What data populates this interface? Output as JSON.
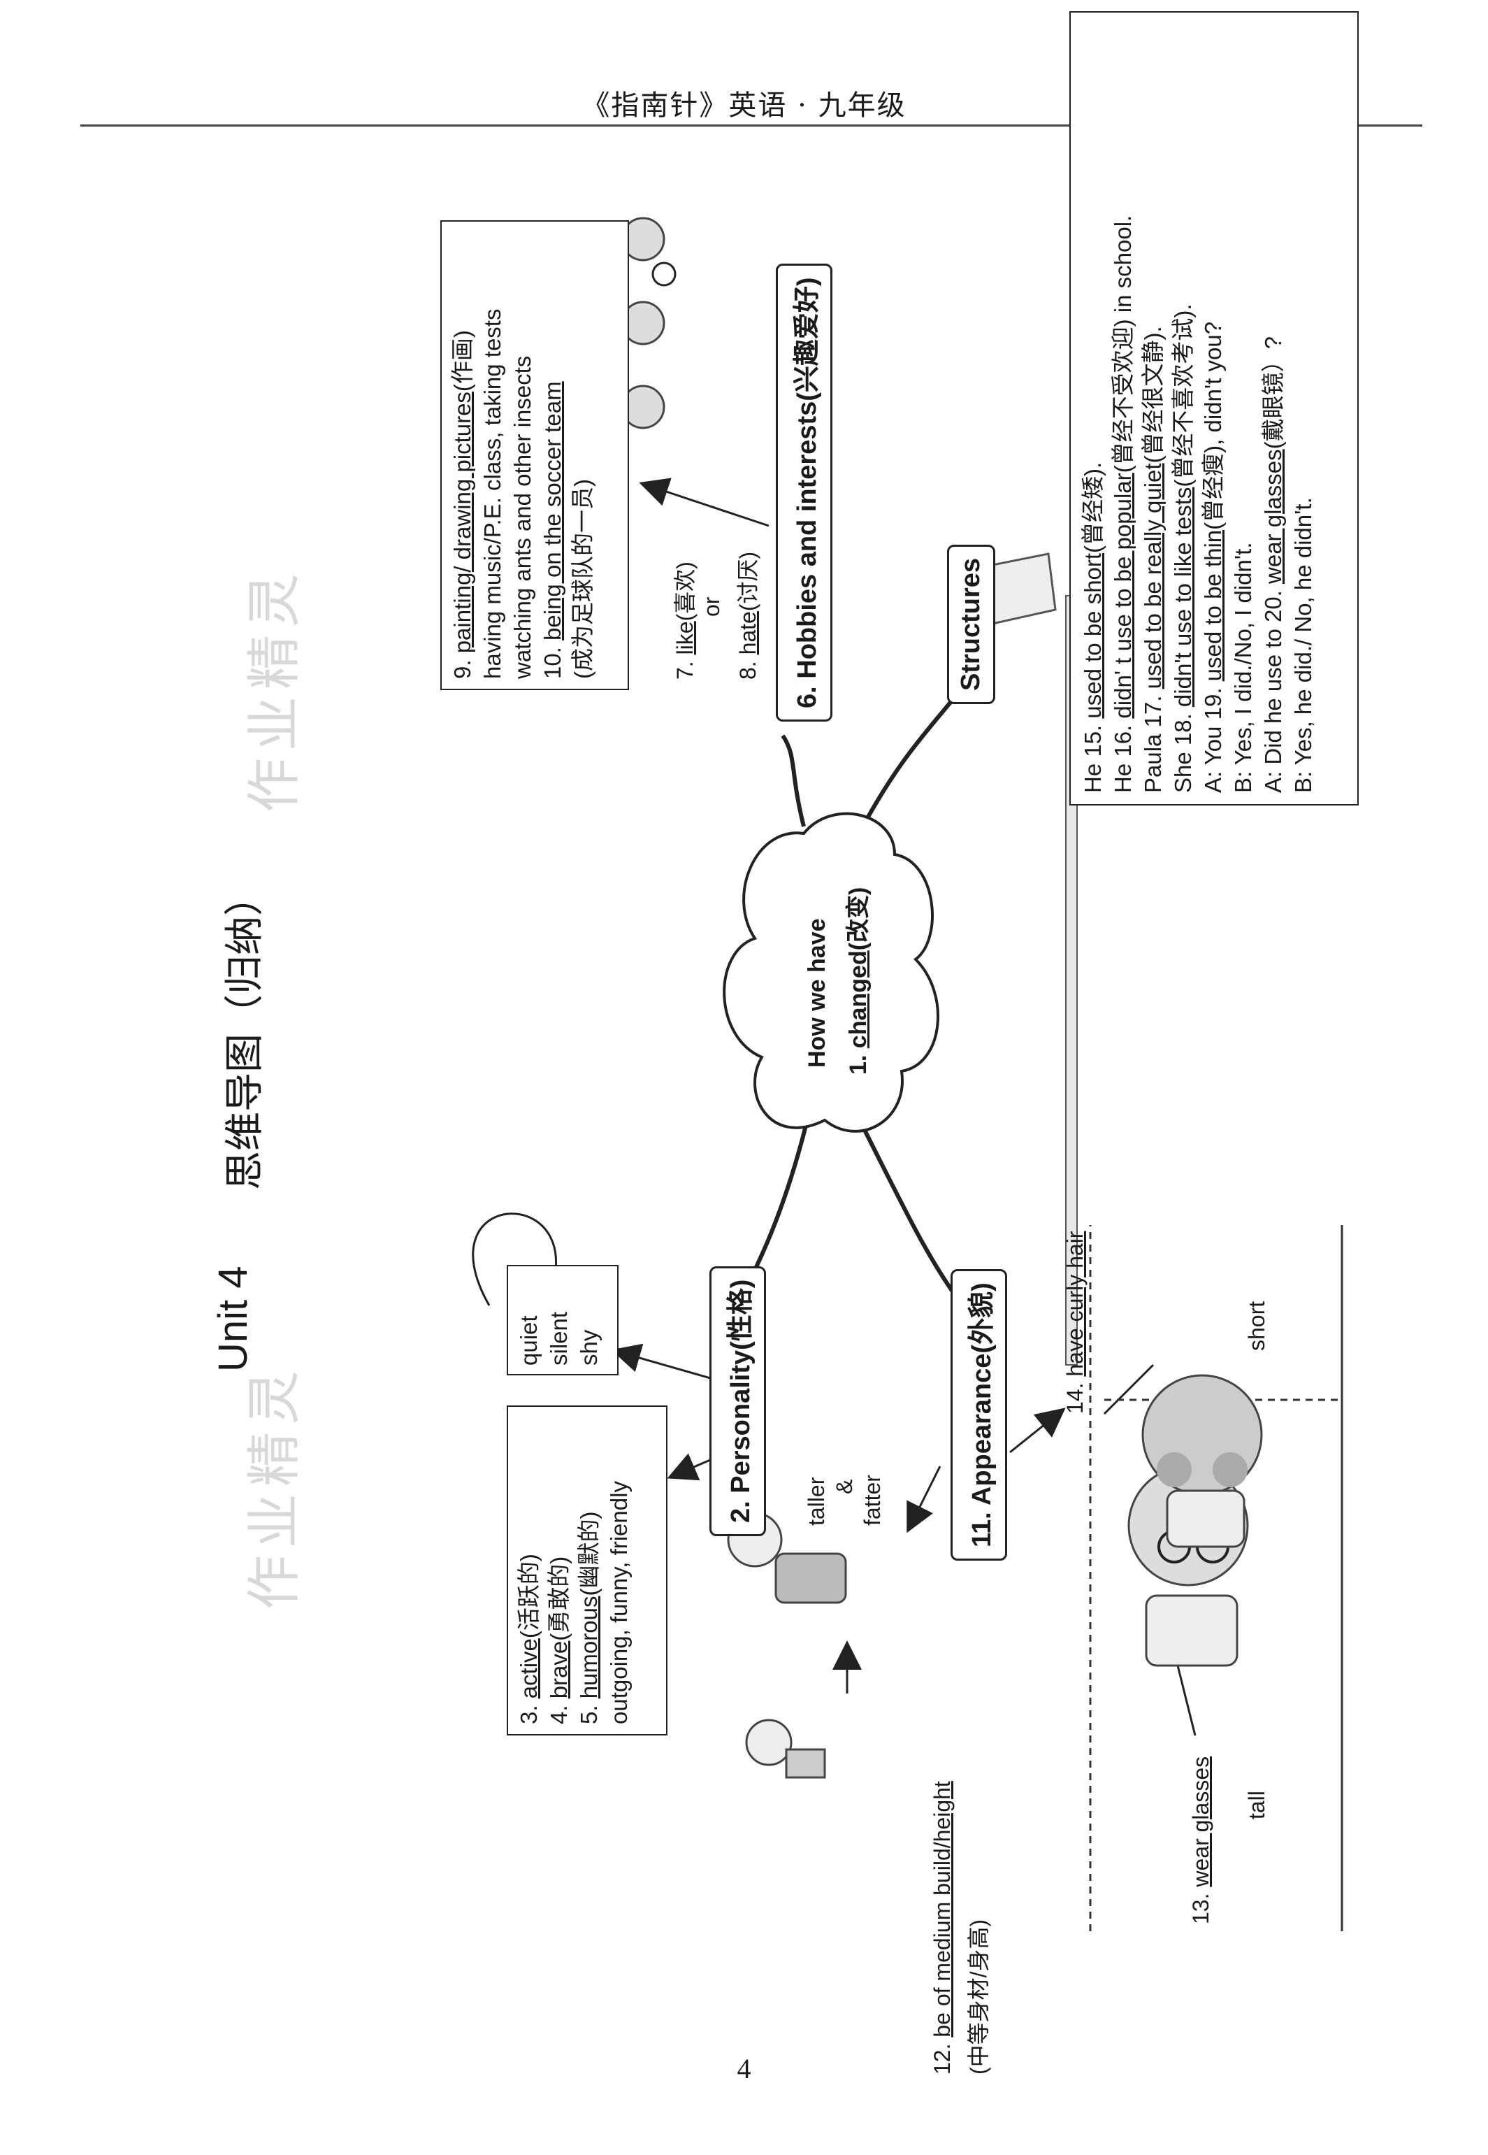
{
  "header": {
    "book_title": "《指南针》英语 · 九年级"
  },
  "page_number": "4",
  "title": {
    "unit": "Unit 4",
    "topic": "思维导图（归纳）"
  },
  "center": {
    "line1": "How we have",
    "line2_prefix": "1. ",
    "line2_word": "changed",
    "line2_cn": "(改变)"
  },
  "personality": {
    "node_label": "2. Personality(性格)",
    "quiet_box": [
      "quiet",
      "silent",
      "shy"
    ],
    "active_box": [
      {
        "num": "3. ",
        "word": "active",
        "cn": "(活跃的)"
      },
      {
        "num": "4. ",
        "word": "brave",
        "cn": "(勇敢的)"
      },
      {
        "num": "5. ",
        "word": "humorous",
        "cn": "(幽默的)"
      },
      {
        "num": "",
        "word": "",
        "cn": "outgoing, funny, friendly"
      }
    ]
  },
  "appearance": {
    "node_label": "11. Appearance(外貌)",
    "taller": "taller",
    "amp": "&",
    "fatter": "fatter",
    "build_num": "12. ",
    "build_word": "be of medium build/height",
    "build_cn": "(中等身材/身高)",
    "glasses_num": "13. ",
    "glasses_word": "wear glasses",
    "tall": "tall",
    "short": "short",
    "curly_num": "14. ",
    "curly_word": "have curly hair"
  },
  "hobbies": {
    "node_label": "6. Hobbies and interests(兴趣爱好)",
    "like_num": "7. ",
    "like_word": "like",
    "like_cn": "(喜欢)",
    "or": "or",
    "hate_num": "8. ",
    "hate_word": "hate",
    "hate_cn": "(讨厌)",
    "box": [
      {
        "pre": "9. ",
        "word": "painting/ drawing pictures",
        "post": "(作画)"
      },
      {
        "pre": "",
        "word": "",
        "post": "having music/P.E. class, taking tests"
      },
      {
        "pre": "",
        "word": "",
        "post": "watching ants and other insects"
      },
      {
        "pre": "10. ",
        "word": "being on the soccer team",
        "post": ""
      },
      {
        "pre": "",
        "word": "",
        "post": "(成为足球队的一员)"
      }
    ]
  },
  "structures": {
    "node_label": "Structures",
    "lines": [
      {
        "pre": "He 15. ",
        "word": "used to be short",
        "post": "(曾经矮)."
      },
      {
        "pre": "He 16. ",
        "word": "didn' t use to be popular",
        "post": "(曾经不受欢迎) in school."
      },
      {
        "pre": "Paula 17. ",
        "word": "used to be really quiet",
        "post": "(曾经很文静)."
      },
      {
        "pre": "She 18. ",
        "word": "didn't use to like tests",
        "post": "(曾经不喜欢考试)."
      },
      {
        "pre": "A: You 19. ",
        "word": "used to be thin",
        "post": "(曾经瘦), didn't you?"
      },
      {
        "pre": "B: Yes, I did./No, I didn't.",
        "word": "",
        "post": ""
      },
      {
        "pre": "A: Did he use to 20. ",
        "word": "wear glasses",
        "post": "(戴眼镜）?"
      },
      {
        "pre": "B: Yes, he did./ No, he didn't.",
        "word": "",
        "post": ""
      }
    ]
  },
  "watermark": "作业精灵"
}
